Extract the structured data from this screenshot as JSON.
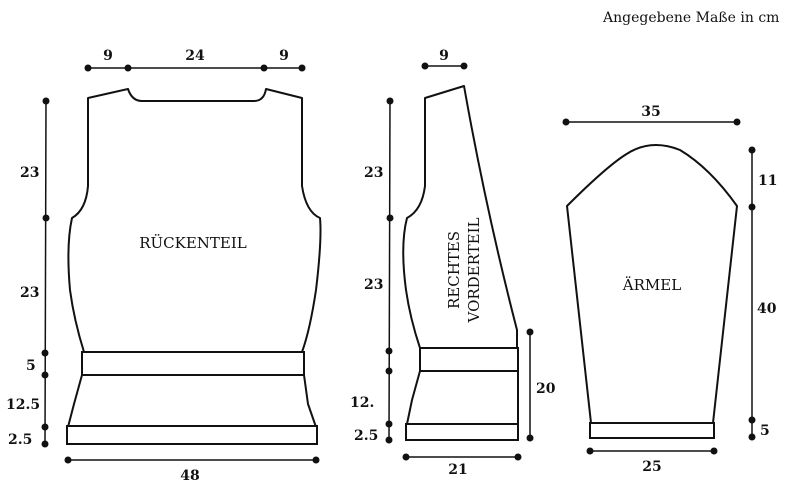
{
  "header": {
    "caption": "Angegebene Maße in cm"
  },
  "back_piece": {
    "label": "RÜCKENTEIL",
    "shoulder_left": "9",
    "neck_width": "24",
    "shoulder_right": "9",
    "armhole_height": "23",
    "side_height": "23",
    "rib_band": "5",
    "lower_height": "12.5",
    "hem_band": "2.5",
    "width": "48"
  },
  "front_piece": {
    "label_line1": "RECHTES",
    "label_line2": "VORDERTEIL",
    "shoulder": "9",
    "armhole_height": "23",
    "side_height": "23",
    "lower_height": "12.",
    "hem_band": "2.5",
    "front_edge": "20",
    "width": "21"
  },
  "sleeve": {
    "label": "ÄRMEL",
    "top_width": "35",
    "cap_height": "11",
    "length": "40",
    "cuff": "5",
    "cuff_width": "25"
  }
}
